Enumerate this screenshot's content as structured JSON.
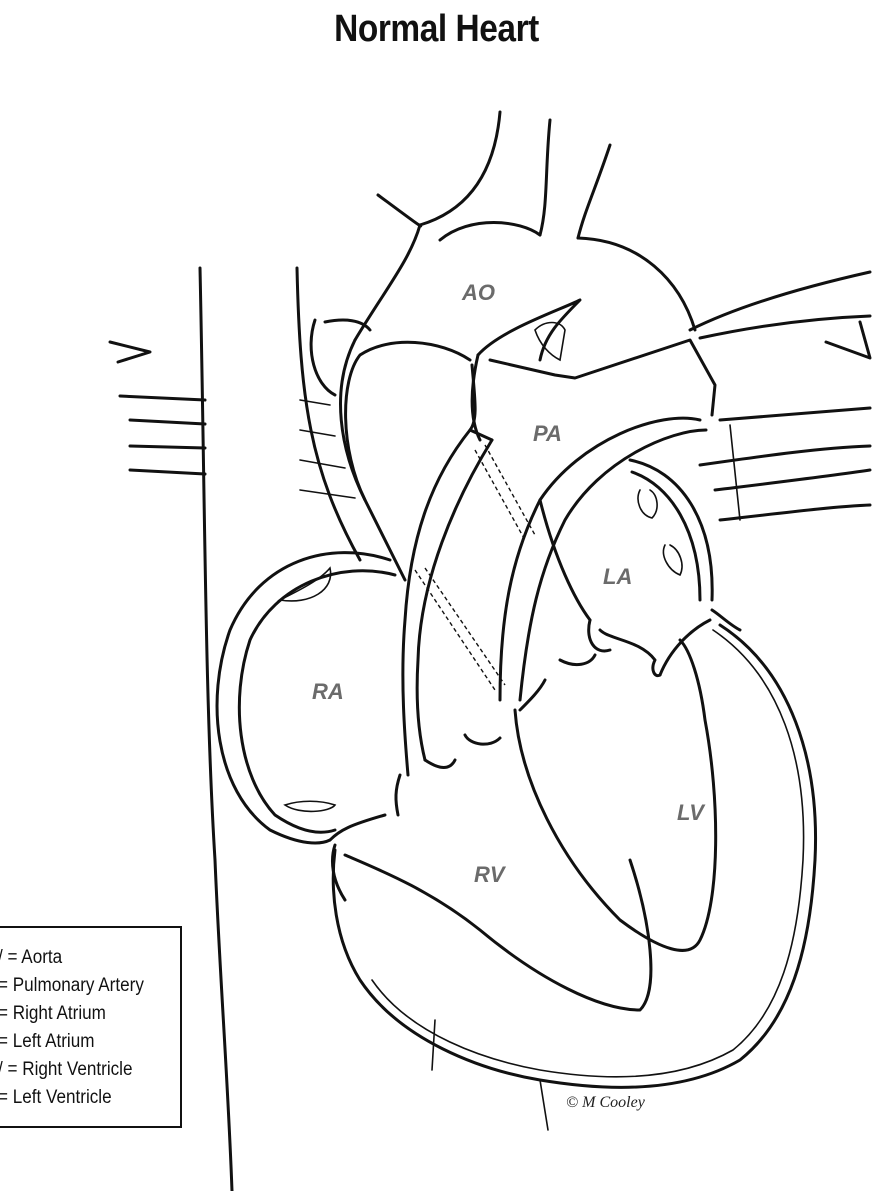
{
  "title": "Normal Heart",
  "labels": {
    "ao": "AO",
    "pa": "PA",
    "la": "LA",
    "ra": "RA",
    "lv": "LV",
    "rv": "RV"
  },
  "legend": [
    "/ = Aorta",
    "= Pulmonary Artery",
    "= Right Atrium",
    "= Left Atrium",
    "/ = Right Ventricle",
    "= Left Ventricle"
  ],
  "credit": "© M Cooley",
  "colors": {
    "line": "#111111",
    "label": "#6b6b6b",
    "background": "#ffffff"
  }
}
